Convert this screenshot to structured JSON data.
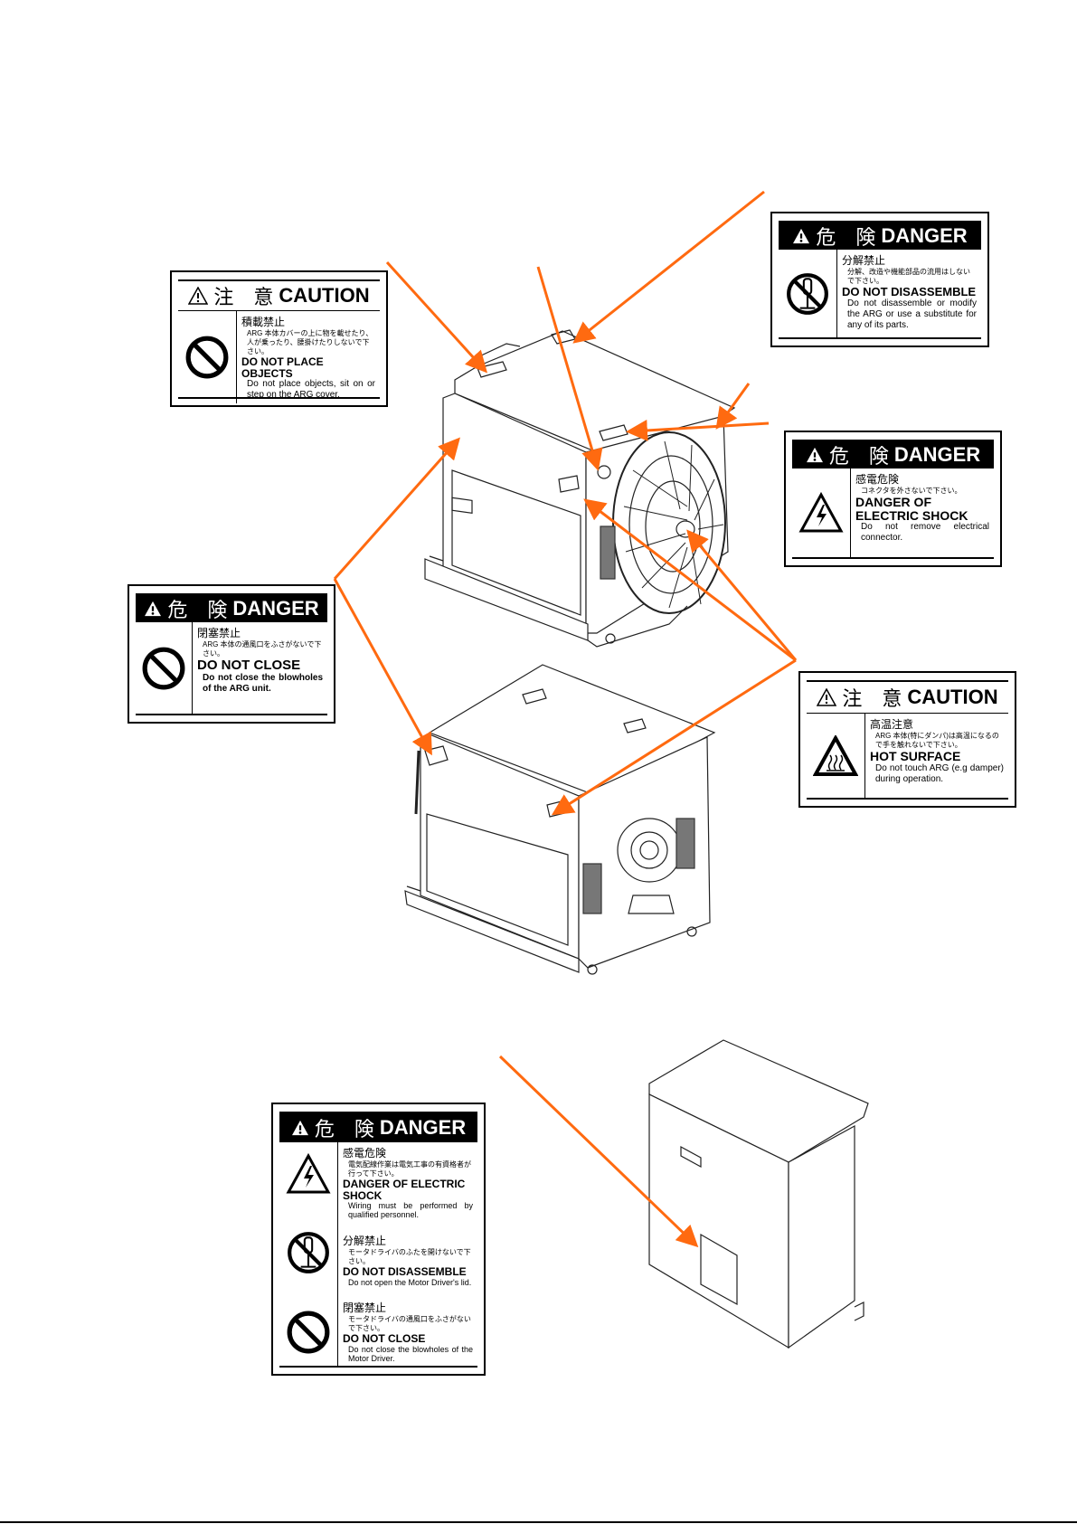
{
  "colors": {
    "arrow": "#FF6A10",
    "ink": "#000000",
    "paper": "#FFFFFF"
  },
  "labels": {
    "caution_place": {
      "header_icon": "warning-triangle-outline-icon",
      "header_jp": "注　意",
      "header_en": "CAUTION",
      "pictogram": "prohibition-icon",
      "jp_title": "積載禁止",
      "jp_desc": "ARG 本体カバーの上に物を載せたり、人が乗ったり、腰掛けたりしないで下さい。",
      "en_title": "DO NOT PLACE OBJECTS",
      "en_desc": "Do not place objects, sit on or step on the ARG cover."
    },
    "danger_disassemble": {
      "header_icon": "warning-triangle-filled-icon",
      "header_jp": "危　険",
      "header_en": "DANGER",
      "pictogram": "no-disassembly-icon",
      "jp_title": "分解禁止",
      "jp_desc": "分解、改造や機能部品の流用はしないで下さい。",
      "en_title": "DO NOT DISASSEMBLE",
      "en_desc": "Do not disassemble or modify the ARG or use a substitute for any of its parts."
    },
    "danger_shock": {
      "header_icon": "warning-triangle-filled-icon",
      "header_jp": "危　険",
      "header_en": "DANGER",
      "pictogram": "electric-shock-icon",
      "jp_title": "感電危険",
      "jp_desc": "コネクタを外さないで下さい。",
      "en_title": "DANGER OF ELECTRIC SHOCK",
      "en_desc": "Do not remove electrical connector."
    },
    "danger_close": {
      "header_icon": "warning-triangle-filled-icon",
      "header_jp": "危　険",
      "header_en": "DANGER",
      "pictogram": "prohibition-icon",
      "jp_title": "閉塞禁止",
      "jp_desc": "ARG 本体の通風口をふさがないで下さい。",
      "en_title": "DO NOT CLOSE",
      "en_desc": "Do not close the blowholes of the ARG unit."
    },
    "caution_hot": {
      "header_icon": "warning-triangle-outline-icon",
      "header_jp": "注　意",
      "header_en": "CAUTION",
      "pictogram": "hot-surface-icon",
      "jp_title": "高温注意",
      "jp_desc": "ARG 本体(特にダンパ)は高温になるので手を触れないで下さい。",
      "en_title": "HOT SURFACE",
      "en_desc": "Do not touch ARG (e.g damper) during operation."
    },
    "motor_driver": {
      "header_icon": "warning-triangle-filled-icon",
      "header_jp": "危　険",
      "header_en": "DANGER",
      "sections": [
        {
          "pictogram": "electric-shock-icon",
          "jp_title": "感電危険",
          "jp_desc": "電気配線作業は電気工事の有資格者が行って下さい。",
          "en_title": "DANGER OF ELECTRIC SHOCK",
          "en_desc": "Wiring must be performed by qualified personnel."
        },
        {
          "pictogram": "no-disassembly-icon",
          "jp_title": "分解禁止",
          "jp_desc": "モータドライバのふたを開けないで下さい。",
          "en_title": "DO NOT DISASSEMBLE",
          "en_desc": "Do not open the Motor Driver's lid."
        },
        {
          "pictogram": "prohibition-icon",
          "jp_title": "閉塞禁止",
          "jp_desc": "モータドライバの通風口をふさがないで下さい。",
          "en_title": "DO NOT CLOSE",
          "en_desc": "Do not close the blowholes of the Motor Driver."
        }
      ]
    }
  },
  "figures": {
    "arg_unit_front": "ARG unit (fan side view)",
    "arg_unit_rear": "ARG unit (shaft side view)",
    "motor_driver": "Motor Driver enclosure"
  }
}
